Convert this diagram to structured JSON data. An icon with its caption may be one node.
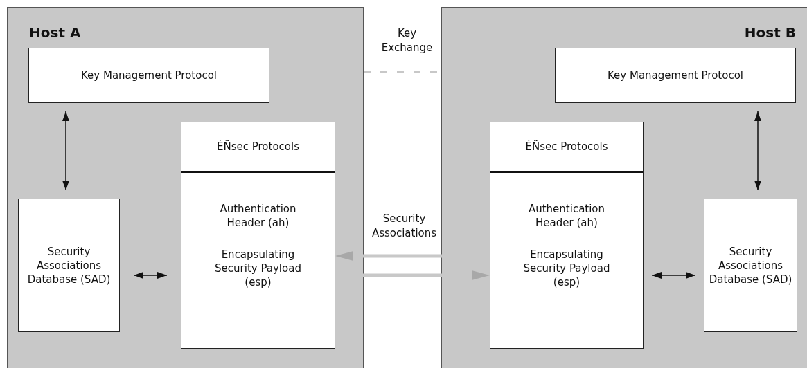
{
  "diagram": {
    "nodes": [
      {
        "text": [
          "Host A"
        ]
      },
      {
        "text": [
          "Key Management Protocol"
        ],
        "in": 0
      },
      {
        "text": [
          "ÉÑsec Protocols",
          "Authentication Header (ah)",
          "Encapsulating Security Payload (esp)"
        ],
        "in": 0
      },
      {
        "text": [
          "Security Associations Database (SAD)"
        ],
        "in": 0
      },
      {
        "text": [
          "Host B"
        ]
      },
      {
        "text": [
          "Key Management Protocol"
        ],
        "in": 4
      },
      {
        "text": [
          "ÉÑsec Protocols",
          "Authentication Header (ah)",
          "Encapsulating Security Payload (esp)"
        ],
        "in": 4
      },
      {
        "text": [
          "Security Associations Database (SAD)"
        ],
        "in": 4
      }
    ],
    "edges": [
      {
        "from": 1,
        "to": 3,
        "arrow": "both"
      },
      {
        "from": 3,
        "to": 2,
        "arrow": "both"
      },
      {
        "from": 0,
        "to": 4,
        "arrow": "none",
        "label": "Key Exchange",
        "style": "dashed",
        "color": "#c8c8c8"
      },
      {
        "from": 6,
        "to": 2,
        "arrow": "to",
        "style": "thick",
        "color": "#c8c8c8"
      },
      {
        "from": 2,
        "to": 6,
        "arrow": "to",
        "style": "thick",
        "color": "#c8c8c8"
      },
      {
        "from": 6,
        "to": 7,
        "arrow": "both"
      },
      {
        "from": 5,
        "to": 7,
        "arrow": "both"
      }
    ],
    "labels": [
      "Security Associations"
    ]
  }
}
